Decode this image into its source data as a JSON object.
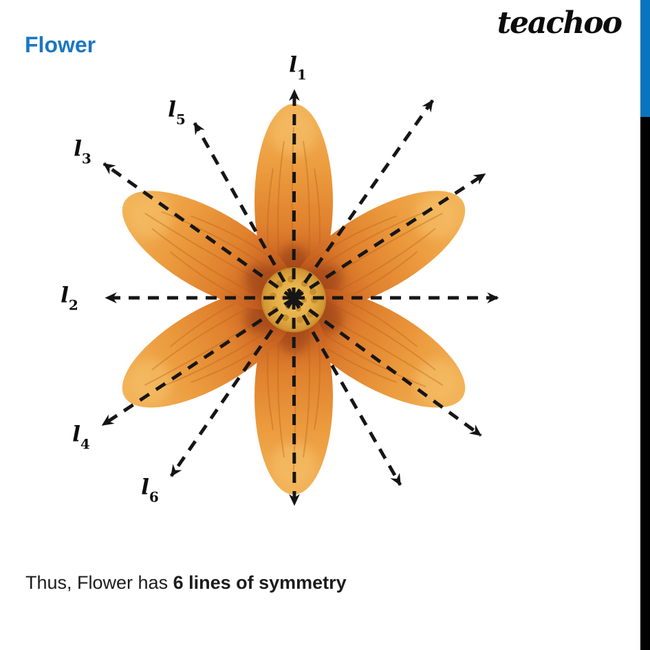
{
  "header": {
    "title": "Flower",
    "brand": "teachoo"
  },
  "caption": {
    "regular": "Thus, Flower has ",
    "bold": "6 lines of symmetry"
  },
  "colors": {
    "title_blue": "#1B76C2",
    "accent_bar_blue": "#0C74BE",
    "accent_bar_black": "#000000",
    "petal_orange": "#E0812E",
    "petal_tip_gold": "#F3B45A",
    "petal_base_dark": "#9E4316",
    "disc_gold": "#E2AB42",
    "symmetry_line_black": "#161616"
  },
  "diagram": {
    "lines": [
      {
        "base": "l",
        "sub": "1"
      },
      {
        "base": "l",
        "sub": "2"
      },
      {
        "base": "l",
        "sub": "3"
      },
      {
        "base": "l",
        "sub": "4"
      },
      {
        "base": "l",
        "sub": "5"
      },
      {
        "base": "l",
        "sub": "6"
      }
    ]
  }
}
